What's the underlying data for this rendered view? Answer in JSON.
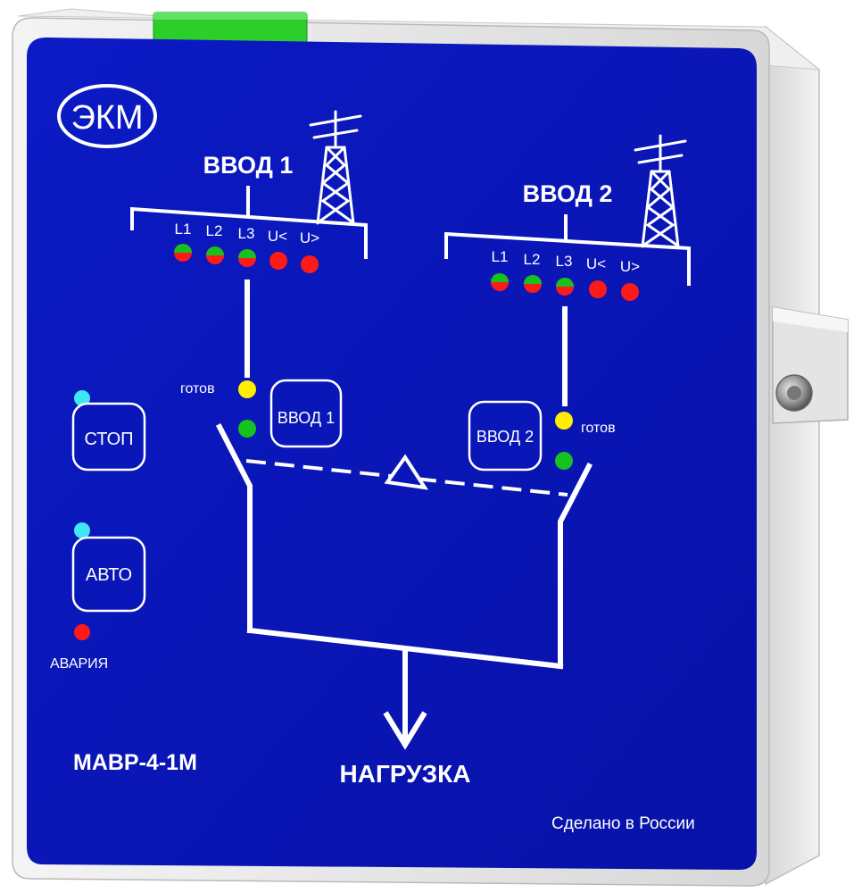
{
  "device": {
    "logo": "ЭКМ",
    "model": "МАВР-4-1М",
    "made_in": "Сделано в России",
    "load_label": "НАГРУЗКА",
    "alarm_label": "АВАРИЯ",
    "stop_button": "СТОП",
    "auto_button": "АВТО",
    "input1": {
      "title": "ВВОД 1",
      "phase_labels": [
        "L1",
        "L2",
        "L3",
        "U<",
        "U>"
      ],
      "ready_label": "готов",
      "button": "ВВОД 1"
    },
    "input2": {
      "title": "ВВОД 2",
      "phase_labels": [
        "L1",
        "L2",
        "L3",
        "U<",
        "U>"
      ],
      "ready_label": "готов",
      "button": "ВВОД 2"
    }
  },
  "colors": {
    "panel_blue": "#0a17b8",
    "led_red": "#ff1a1a",
    "led_green": "#16c21d",
    "led_yellow": "#ffee00",
    "led_cyan": "#3fe6f5",
    "terminal_green": "#2ccf2a"
  }
}
